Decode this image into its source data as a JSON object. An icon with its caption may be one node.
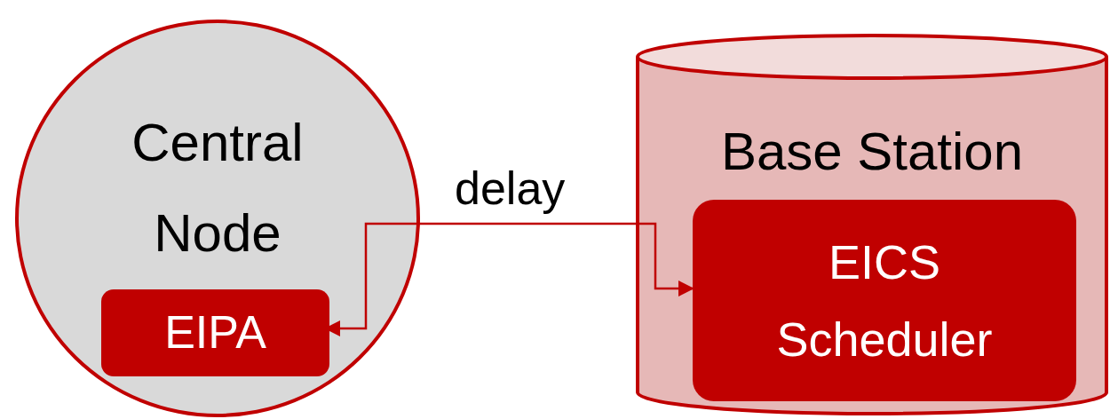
{
  "diagram": {
    "nodes": [
      {
        "text": [
          "Central Node"
        ]
      },
      {
        "text": [
          "EIPA"
        ],
        "in": 0
      },
      {
        "text": [
          "Base Station"
        ]
      },
      {
        "text": [
          "EICS Scheduler"
        ],
        "in": 2
      }
    ],
    "edges": [
      {
        "from": 1,
        "to": 3,
        "arrow": "both",
        "label": "delay",
        "color": "#c00000"
      }
    ]
  }
}
